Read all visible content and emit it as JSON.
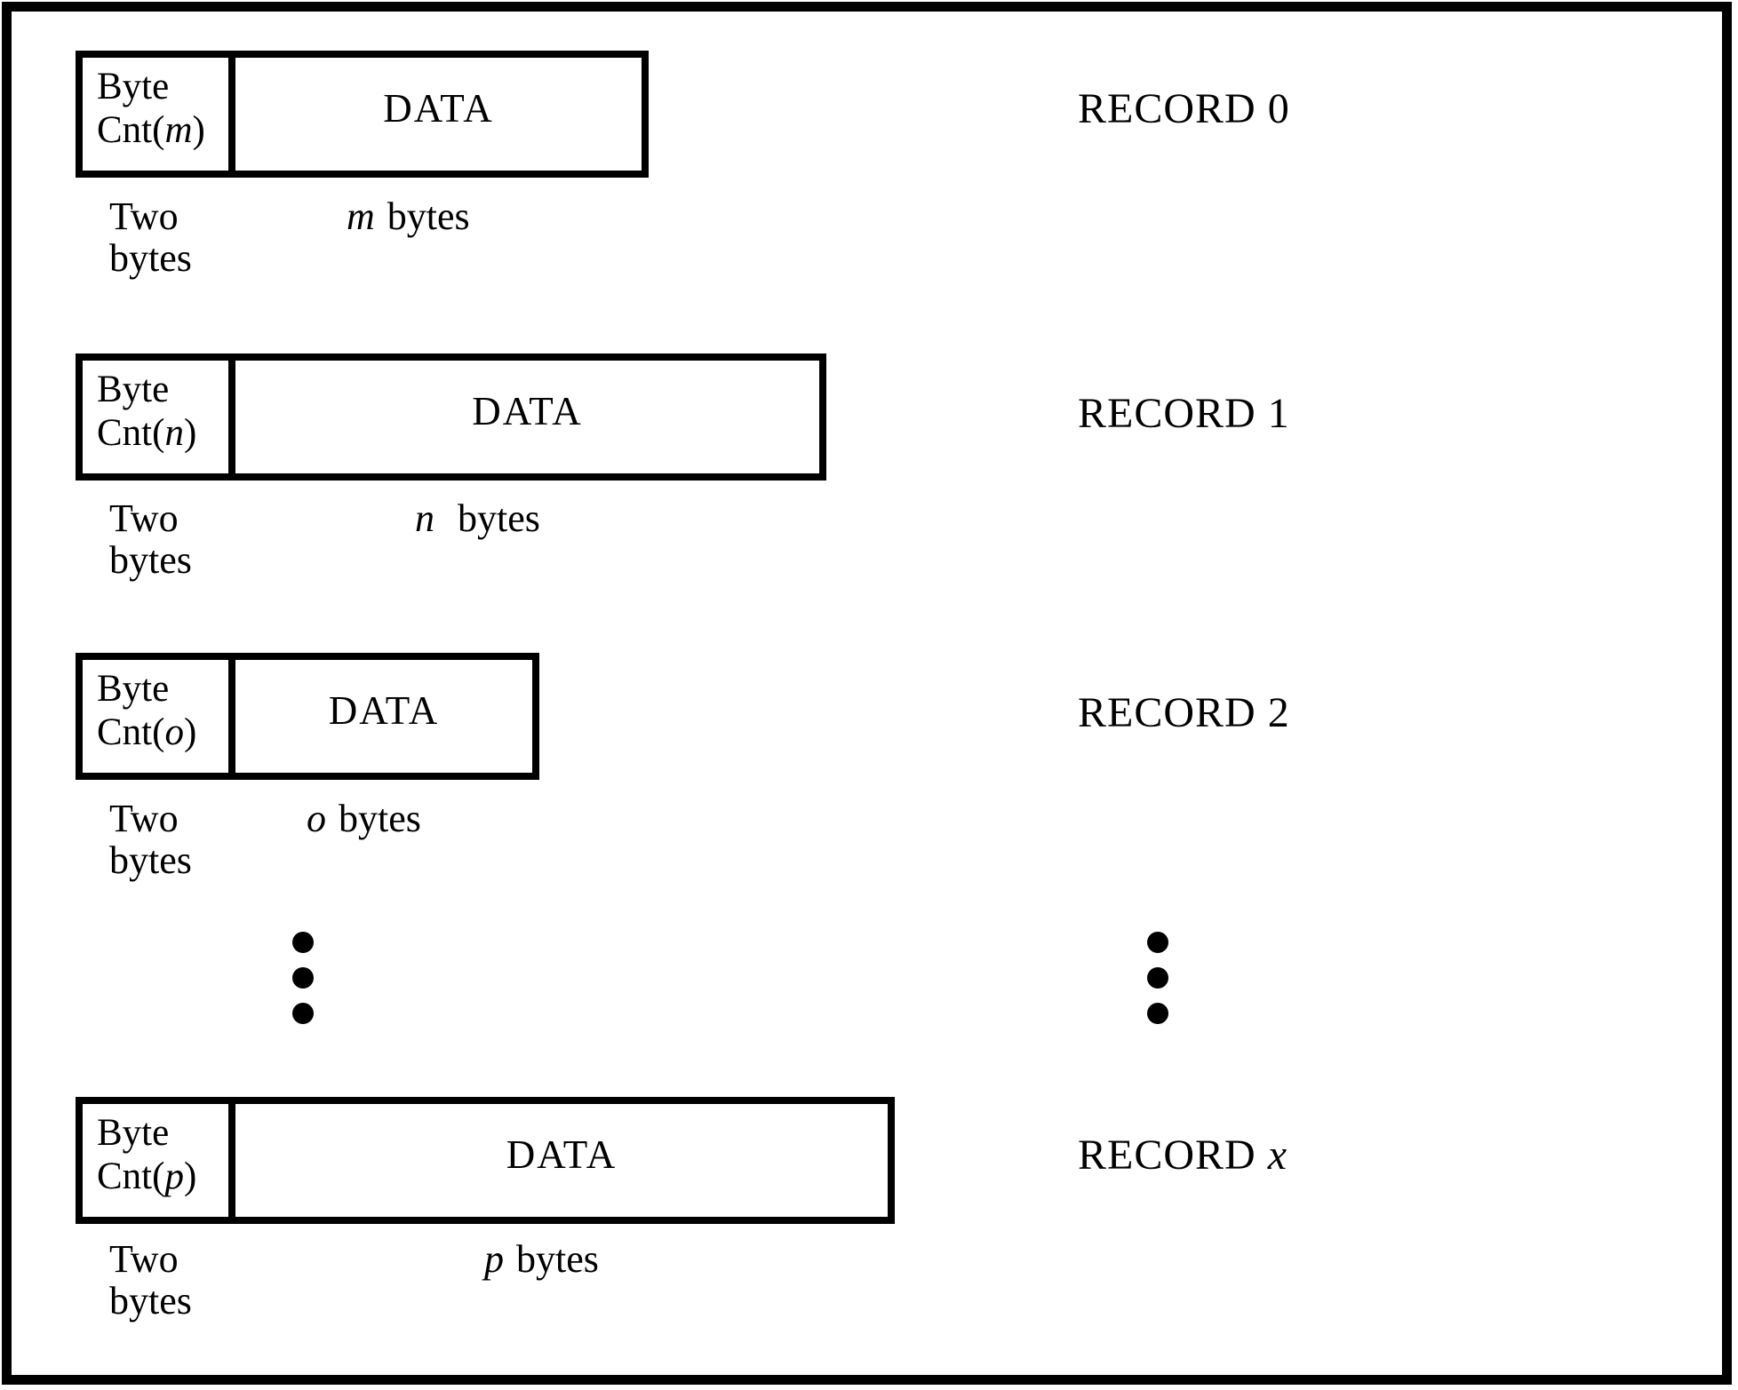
{
  "colors": {
    "ink": "#000000",
    "paper": "#ffffff"
  },
  "records": [
    {
      "cnt_line1": "Byte",
      "cnt_prefix": "Cnt(",
      "cnt_var": "m",
      "cnt_suffix": ")",
      "data_label": "DATA",
      "record_word": "RECORD",
      "record_id": "0",
      "count_caption_line1": "Two",
      "count_caption_line2": "bytes",
      "size_var": "m",
      "size_word": "bytes"
    },
    {
      "cnt_line1": "Byte",
      "cnt_prefix": "Cnt(",
      "cnt_var": "n",
      "cnt_suffix": ")",
      "data_label": "DATA",
      "record_word": "RECORD",
      "record_id": "1",
      "count_caption_line1": "Two",
      "count_caption_line2": "bytes",
      "size_var": "n",
      "size_word": "bytes"
    },
    {
      "cnt_line1": "Byte",
      "cnt_prefix": "Cnt(",
      "cnt_var": "o",
      "cnt_suffix": ")",
      "data_label": "DATA",
      "record_word": "RECORD",
      "record_id": "2",
      "count_caption_line1": "Two",
      "count_caption_line2": "bytes",
      "size_var": "o",
      "size_word": "bytes"
    },
    {
      "cnt_line1": "Byte",
      "cnt_prefix": "Cnt(",
      "cnt_var": "p",
      "cnt_suffix": ")",
      "data_label": "DATA",
      "record_word": "RECORD",
      "record_id": "x",
      "count_caption_line1": "Two",
      "count_caption_line2": "bytes",
      "size_var": "p",
      "size_word": "bytes"
    }
  ],
  "ellipsis": {
    "dot_count": 3,
    "columns": 2
  }
}
